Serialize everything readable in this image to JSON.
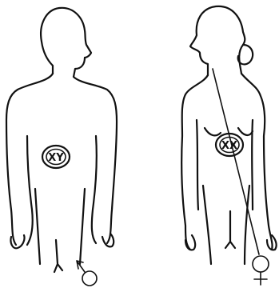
{
  "figures": [
    {
      "id": "male",
      "chromosome_label": "XY"
    },
    {
      "id": "female",
      "chromosome_label": "XX"
    }
  ]
}
